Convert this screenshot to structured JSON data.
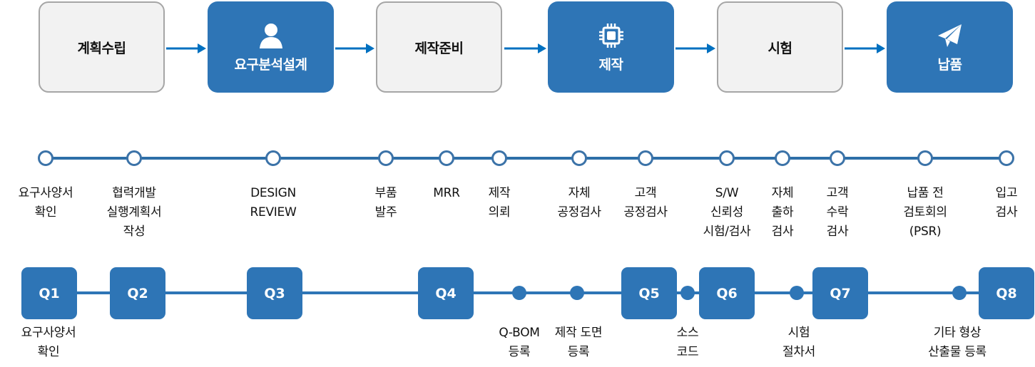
{
  "colors": {
    "accent": "#2e75b6",
    "plain_bg": "#f2f2f2",
    "plain_border": "#a6a6a6",
    "arrow": "#0070c0"
  },
  "stages": [
    {
      "label": "계획수립",
      "style": "plain",
      "icon": null
    },
    {
      "label": "요구분석설계",
      "style": "blue",
      "icon": "user-icon"
    },
    {
      "label": "제작준비",
      "style": "plain",
      "icon": null
    },
    {
      "label": "제작",
      "style": "blue",
      "icon": "chip-icon"
    },
    {
      "label": "시험",
      "style": "plain",
      "icon": null
    },
    {
      "label": "납품",
      "style": "blue",
      "icon": "paper-plane-icon"
    }
  ],
  "milestones": [
    {
      "label": "요구사양서\n확인"
    },
    {
      "label": "협력개발\n실행계획서\n작성"
    },
    {
      "label": "DESIGN\nREVIEW"
    },
    {
      "label": "부품\n발주"
    },
    {
      "label": "MRR"
    },
    {
      "label": "제작\n의뢰"
    },
    {
      "label": "자체\n공정검사"
    },
    {
      "label": "고객\n공정검사"
    },
    {
      "label": "S/W\n신뢰성\n시험/검사"
    },
    {
      "label": "자체\n출하\n검사"
    },
    {
      "label": "고객\n수락\n검사"
    },
    {
      "label": "납품 전\n검토회의\n(PSR)"
    },
    {
      "label": "입고\n검사"
    }
  ],
  "quality_gates": [
    {
      "label": "Q1",
      "caption": "요구사양서\n확인"
    },
    {
      "label": "Q2",
      "caption": ""
    },
    {
      "label": "Q3",
      "caption": ""
    },
    {
      "label": "Q4",
      "caption": ""
    },
    {
      "label": "Q5",
      "caption": ""
    },
    {
      "label": "Q6",
      "caption": ""
    },
    {
      "label": "Q7",
      "caption": ""
    },
    {
      "label": "Q8",
      "caption": ""
    }
  ],
  "gate_points": [
    {
      "caption": "Q-BOM\n등록"
    },
    {
      "caption": "제작 도면\n등록"
    },
    {
      "caption": "소스\n코드"
    },
    {
      "caption": "시험\n절차서"
    },
    {
      "caption": "기타 형상\n산출물 등록"
    }
  ]
}
